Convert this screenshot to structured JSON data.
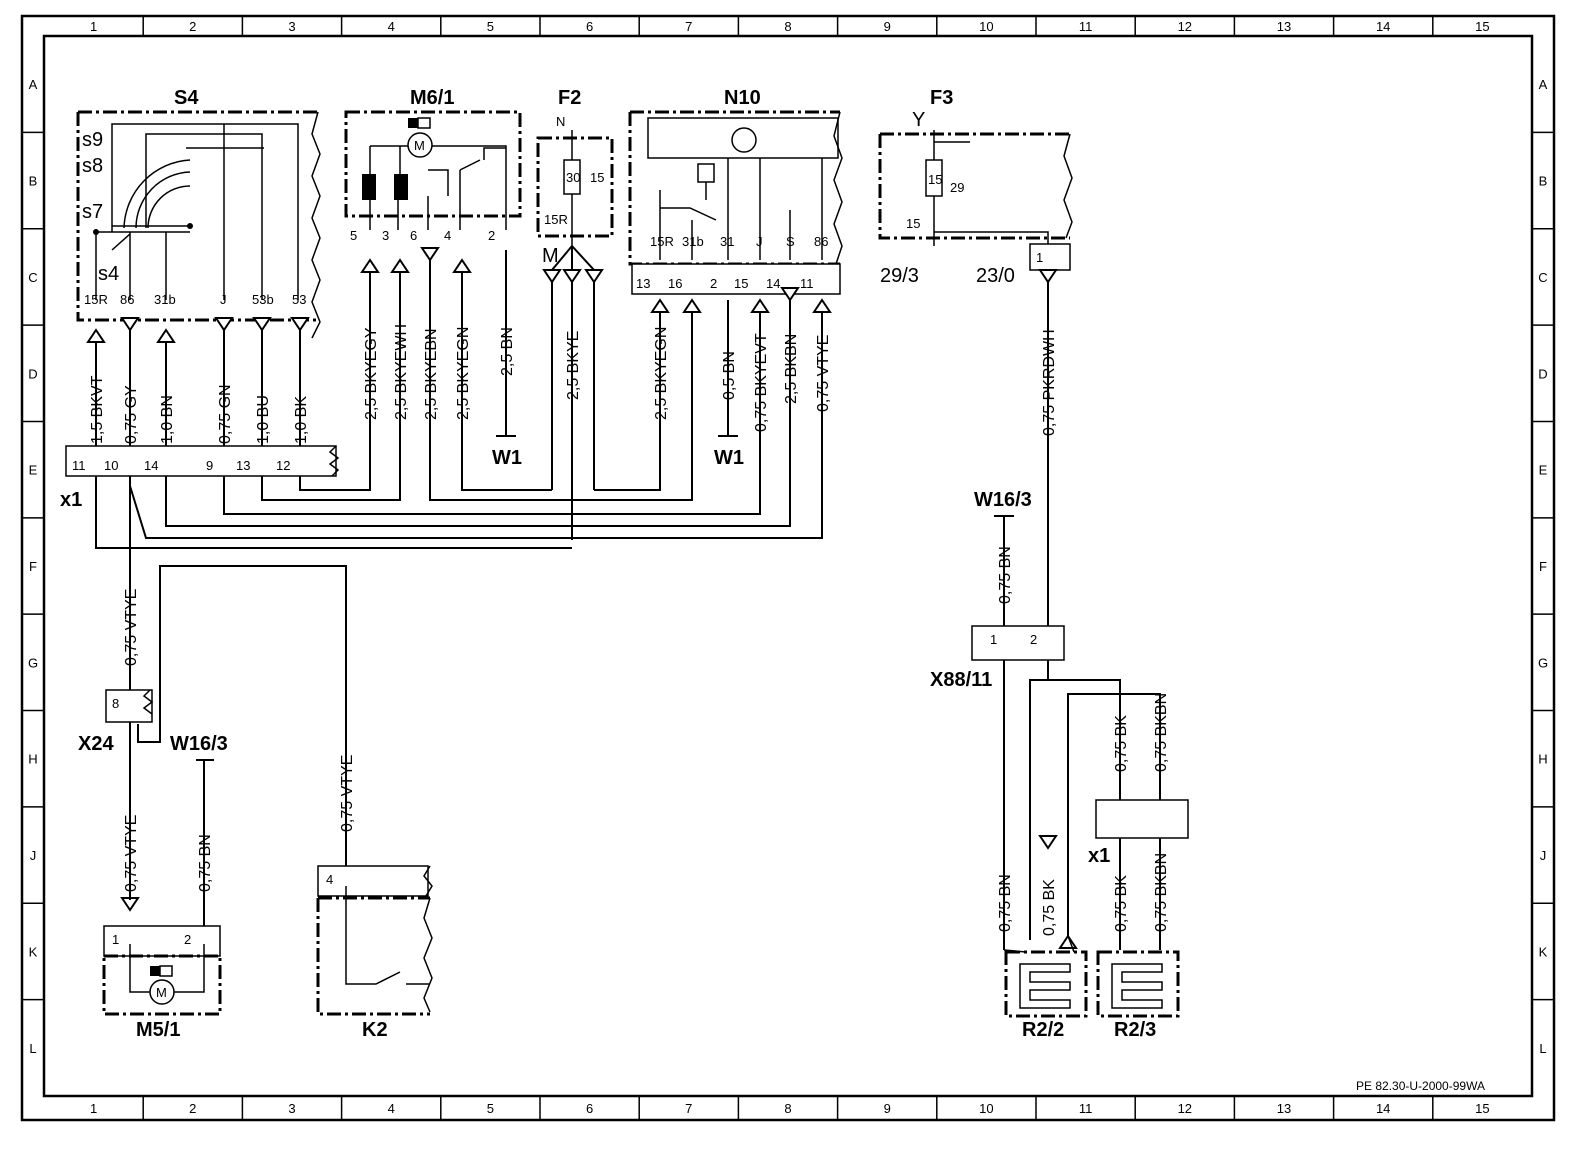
{
  "ruler": {
    "columns": [
      "1",
      "2",
      "3",
      "4",
      "5",
      "6",
      "7",
      "8",
      "9",
      "10",
      "11",
      "12",
      "13",
      "14",
      "15"
    ],
    "rows": [
      "A",
      "B",
      "C",
      "D",
      "E",
      "F",
      "G",
      "H",
      "J",
      "K",
      "L"
    ]
  },
  "reference": "PE 82.30-U-2000-99WA",
  "components": {
    "s4": {
      "name": "S4",
      "switch_labels": [
        "s9",
        "s8",
        "s7",
        "s4"
      ],
      "pins": [
        "15R",
        "86",
        "31b",
        "J",
        "53b",
        "53"
      ]
    },
    "m61": {
      "name": "M6/1",
      "pins": [
        "5",
        "3",
        "6",
        "4",
        "2"
      ],
      "motor": "M"
    },
    "f2": {
      "name": "F2",
      "top": "N",
      "fuse": "30",
      "rating": "15",
      "bottom": "15R",
      "node": "M"
    },
    "n10": {
      "name": "N10",
      "pins_inner": [
        "15R",
        "31b",
        "31",
        "J",
        "S",
        "86"
      ],
      "pins_outer": [
        "13",
        "16",
        "2",
        "15",
        "14",
        "11"
      ]
    },
    "f3": {
      "name": "F3",
      "top": "Y",
      "fuse": "15",
      "rating": "29",
      "bottom": "15",
      "left_note": "29/3",
      "right_note": "23/0",
      "pin": "1"
    },
    "x1_top": {
      "name": "x1",
      "pins": [
        "11",
        "10",
        "14",
        "9",
        "13",
        "12"
      ]
    },
    "x24": {
      "name": "X24",
      "pin": "8"
    },
    "w163_a": {
      "name": "W16/3"
    },
    "w163_b": {
      "name": "W16/3"
    },
    "w1_a": {
      "name": "W1"
    },
    "w1_b": {
      "name": "W1"
    },
    "m51": {
      "name": "M5/1",
      "pins": [
        "1",
        "2"
      ],
      "motor": "M"
    },
    "k2": {
      "name": "K2",
      "pin": "4"
    },
    "x8811": {
      "name": "X88/11",
      "pins": [
        "1",
        "2"
      ]
    },
    "x1_bottom": {
      "name": "x1"
    },
    "r22": {
      "name": "R2/2"
    },
    "r23": {
      "name": "R2/3"
    }
  },
  "wires": {
    "s4_15r": "1,5 BKVT",
    "s4_86": "0,75 GY",
    "s4_31b": "1,0 BN",
    "s4_j": "0,75 GN",
    "s4_53b": "1,0 BU",
    "s4_53": "1,0 BK",
    "m61_5": "2,5 BKYEGY",
    "m61_3": "2,5 BKYEWH",
    "m61_6": "2,5 BKYEBN",
    "m61_4": "2,5 BKYEGN",
    "m61_2": "2,5 BN",
    "f2_out": "2,5 BKYE",
    "n10_13": "2,5 BKYEGN",
    "n10_2": "0,5 BN",
    "n10_15": "0,75 BKYEVT",
    "n10_14": "2,5 BKBN",
    "n10_11": "0,75 VTYE",
    "f3_out": "0,75 PKRDWH",
    "x24_up": "0,75 VTYE",
    "x24_down": "0,75 VTYE",
    "m51_2": "0,75 BN",
    "k2_4": "0,75 VTYE",
    "w163_x88": "0,75 BN",
    "r22_bn": "0,75 BN",
    "r22_bk": "0,75 BK",
    "x1b_bk_top": "0,75 BK",
    "x1b_bkbn_top": "0,75 BKBN",
    "x1b_bk_bot": "0,75 BK",
    "x1b_bkbn_bot": "0,75 BKBN"
  }
}
